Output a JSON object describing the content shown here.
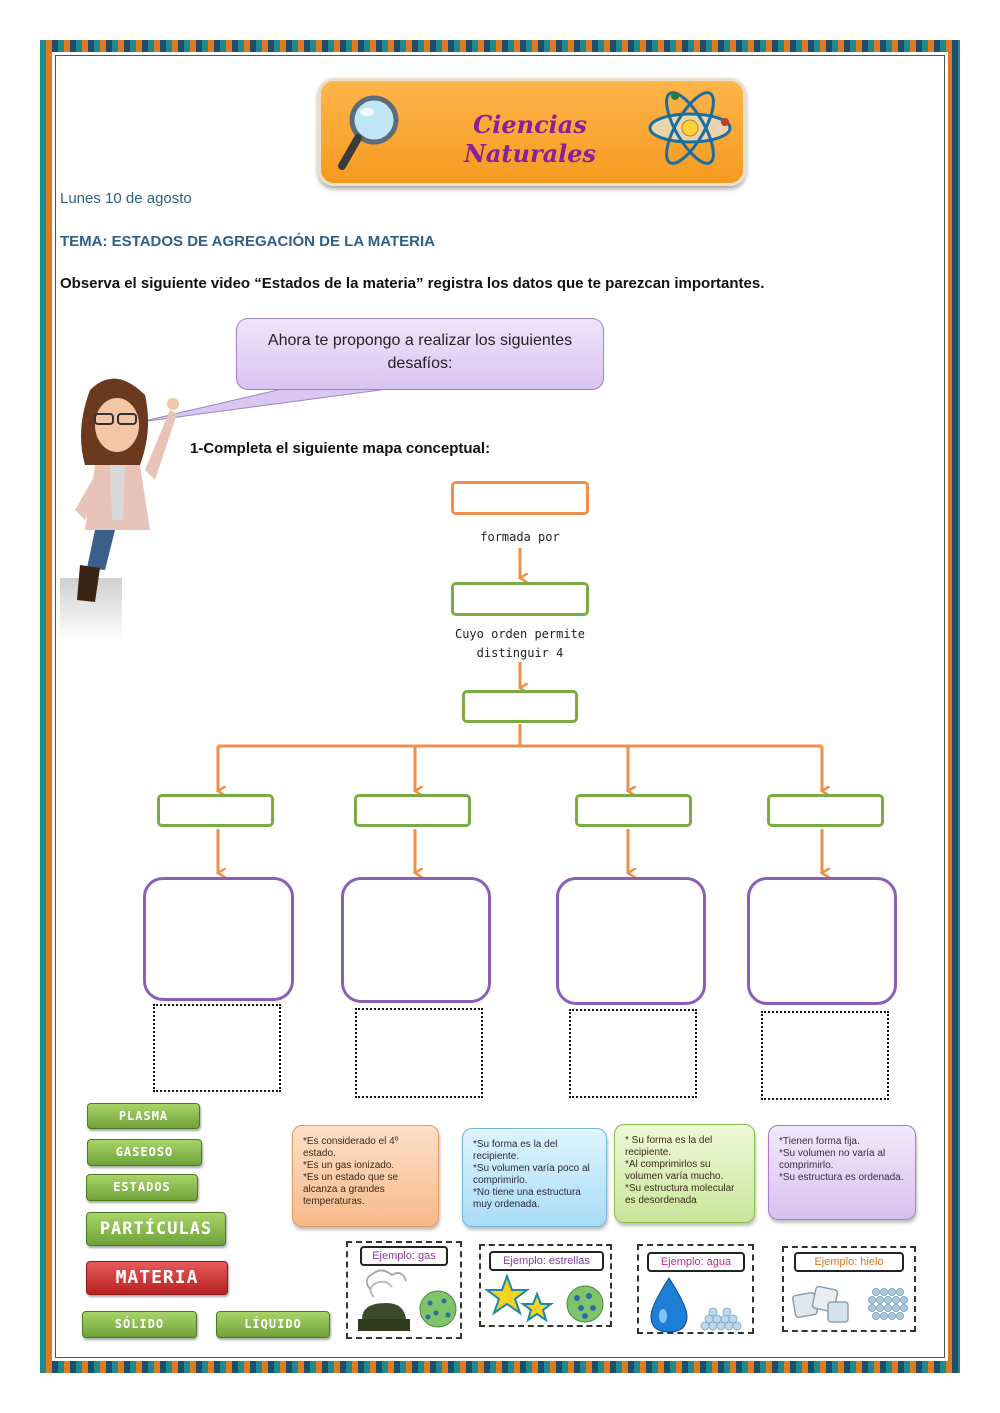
{
  "header": {
    "banner_title": "Ciencias Naturales"
  },
  "texts": {
    "date": "Lunes 10 de agosto",
    "tema": "TEMA: ESTADOS DE AGREGACIÓN DE LA MATERIA",
    "observa": "Observa el siguiente video “Estados de la materia” registra los datos que te parezcan importantes.",
    "bubble": "Ahora te propongo a realizar los siguientes desafíos:",
    "question1": "1-Completa el siguiente mapa conceptual:"
  },
  "map": {
    "connector1": "formada por",
    "connector2": "Cuyo orden permite distinguir 4"
  },
  "word_bank": {
    "plasma": "PLASMA",
    "gaseoso": "GASEOSO",
    "estados": "ESTADOS",
    "particulas": "PARTÍCULAS",
    "materia": "MATERIA",
    "solido": "SÓLIDO",
    "liquido": "LÍQUIDO"
  },
  "cards": [
    {
      "text": "*Es considerado el 4º estado.\n*Es un gas ionizado.\n*Es un estado que se alcanza a grandes temperaturas."
    },
    {
      "text": "*Su forma es la del recipiente.\n*Su volumen varía poco al comprimirlo.\n*No tiene una estructura muy ordenada."
    },
    {
      "text": "* Su forma es la del recipiente.\n*Al comprimirlos su volumen varía mucho.\n*Su estructura molecular es desordenada"
    },
    {
      "text": "*Tienen forma fija.\n*Su volumen no varía al comprimirlo.\n*Su estructura es ordenada."
    }
  ],
  "examples": [
    {
      "label": "Ejemplo: gas"
    },
    {
      "label": "Ejemplo: estrellas"
    },
    {
      "label": "Ejemplo: agua"
    },
    {
      "label": "Ejemplo: hielo"
    }
  ],
  "colors": {
    "orange": "#ee8f4a",
    "green": "#7aac44",
    "purple": "#8a5fb8",
    "title_blue": "#2e5f8a"
  }
}
